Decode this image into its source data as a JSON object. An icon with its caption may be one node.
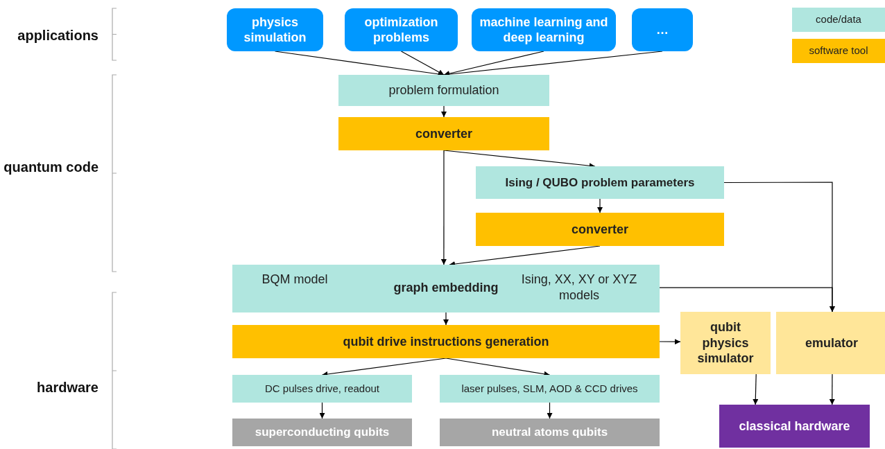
{
  "diagram": {
    "nodes": [
      {
        "text": [
          "physics simulation"
        ]
      },
      {
        "text": [
          "optimization problems"
        ]
      },
      {
        "text": [
          "machine learning and deep learning"
        ]
      },
      {
        "text": [
          "…"
        ]
      },
      {
        "text": [
          "problem formulation"
        ]
      },
      {
        "text": [
          "converter"
        ]
      },
      {
        "text": [
          "Ising / QUBO problem parameters"
        ]
      },
      {
        "text": [
          "converter"
        ]
      },
      {
        "text": [
          "BQM model",
          "graph embedding",
          "Ising, XX, XY or XYZ models"
        ]
      },
      {
        "text": [
          "qubit drive instructions generation"
        ]
      },
      {
        "text": [
          "qubit physics simulator"
        ]
      },
      {
        "text": [
          "emulator"
        ]
      },
      {
        "text": [
          "DC pulses drive, readout"
        ]
      },
      {
        "text": [
          "laser pulses, SLM, AOD & CCD drives"
        ]
      },
      {
        "text": [
          "superconducting qubits"
        ]
      },
      {
        "text": [
          "neutral atoms qubits"
        ]
      },
      {
        "text": [
          "classical hardware"
        ]
      }
    ],
    "edges": [
      {
        "from": 0,
        "to": 4,
        "arrow": "to"
      },
      {
        "from": 1,
        "to": 4,
        "arrow": "to"
      },
      {
        "from": 2,
        "to": 4,
        "arrow": "to"
      },
      {
        "from": 3,
        "to": 4,
        "arrow": "to"
      },
      {
        "from": 4,
        "to": 5,
        "arrow": "to"
      },
      {
        "from": 5,
        "to": 8,
        "arrow": "to"
      },
      {
        "from": 5,
        "to": 6,
        "arrow": "to"
      },
      {
        "from": 6,
        "to": 7,
        "arrow": "to"
      },
      {
        "from": 7,
        "to": 8,
        "arrow": "to"
      },
      {
        "from": 6,
        "to": 11,
        "arrow": "to"
      },
      {
        "from": 8,
        "to": 11,
        "arrow": "to"
      },
      {
        "from": 8,
        "to": 9,
        "arrow": "to"
      },
      {
        "from": 9,
        "to": 10,
        "arrow": "to"
      },
      {
        "from": 9,
        "to": 12,
        "arrow": "to"
      },
      {
        "from": 9,
        "to": 13,
        "arrow": "to"
      },
      {
        "from": 12,
        "to": 14,
        "arrow": "to"
      },
      {
        "from": 13,
        "to": 15,
        "arrow": "to"
      },
      {
        "from": 10,
        "to": 16,
        "arrow": "to"
      },
      {
        "from": 11,
        "to": 16,
        "arrow": "to"
      }
    ],
    "labels": [
      "applications",
      "quantum code",
      "hardware"
    ],
    "legend": [
      {
        "text": "code/data",
        "color": "#b0e6df"
      },
      {
        "text": "software tool",
        "color": "#ffc000"
      }
    ]
  }
}
